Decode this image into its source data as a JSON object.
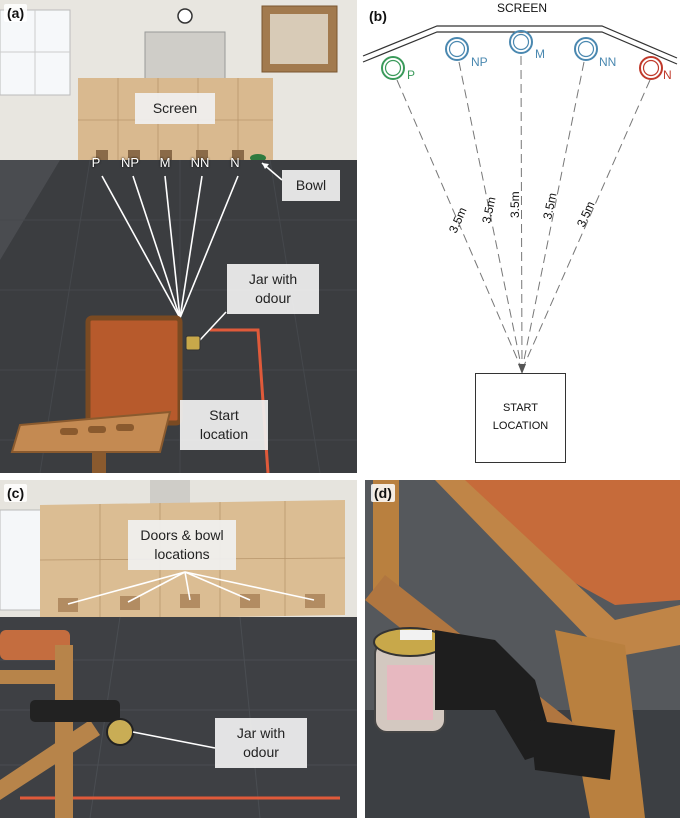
{
  "panels": {
    "a": {
      "letter": "(a)",
      "callouts": {
        "screen": "Screen",
        "bowl": "Bowl",
        "jar": "Jar with odour",
        "start": "Start location"
      },
      "door_labels": [
        "P",
        "NP",
        "M",
        "NN",
        "N"
      ]
    },
    "b": {
      "letter": "(b)",
      "screen_title": "SCREEN",
      "positions": [
        {
          "label": "P",
          "color": "#3a9a5a"
        },
        {
          "label": "NP",
          "color": "#4a88b0"
        },
        {
          "label": "M",
          "color": "#4a88b0"
        },
        {
          "label": "NN",
          "color": "#4a88b0"
        },
        {
          "label": "N",
          "color": "#c0392b"
        }
      ],
      "distance_label": "3.5m",
      "start_label": "START LOCATION"
    },
    "c": {
      "letter": "(c)",
      "callouts": {
        "doors": "Doors & bowl locations",
        "jar": "Jar with odour"
      }
    },
    "d": {
      "letter": "(d)"
    }
  }
}
